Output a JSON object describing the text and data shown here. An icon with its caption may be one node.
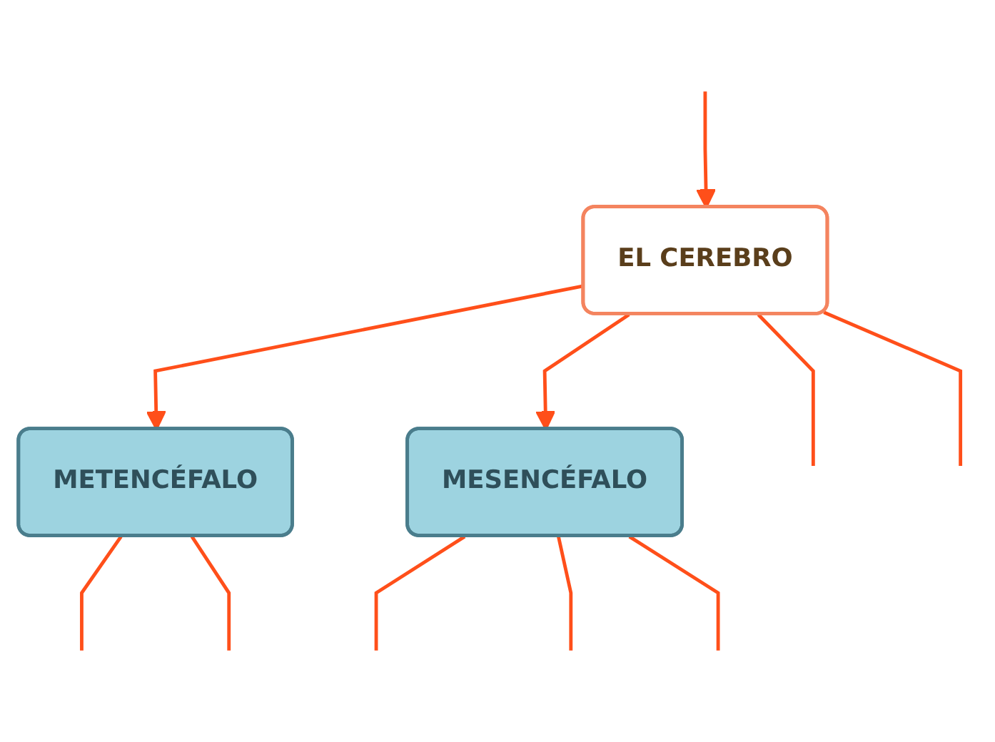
{
  "diagram": {
    "nodes": [
      {
        "text": [
          "EL CEREBRO"
        ]
      },
      {
        "text": [
          "METENCÉFALO"
        ]
      },
      {
        "text": [
          "MESENCÉFALO"
        ]
      }
    ],
    "edges": [
      {
        "from": 0,
        "to": null,
        "arrow": "none"
      },
      {
        "from": null,
        "to": 0,
        "arrow": "to"
      },
      {
        "from": 0,
        "to": null,
        "arrow": "none"
      },
      {
        "from": 0,
        "to": 1,
        "arrow": "to"
      },
      {
        "from": 0,
        "to": 2,
        "arrow": "to"
      },
      {
        "from": 1,
        "to": null,
        "arrow": "none"
      },
      {
        "from": 1,
        "to": null,
        "arrow": "none"
      },
      {
        "from": 2,
        "to": null,
        "arrow": "none"
      },
      {
        "from": 2,
        "to": null,
        "arrow": "none"
      },
      {
        "from": 2,
        "to": null,
        "arrow": "none"
      }
    ]
  }
}
